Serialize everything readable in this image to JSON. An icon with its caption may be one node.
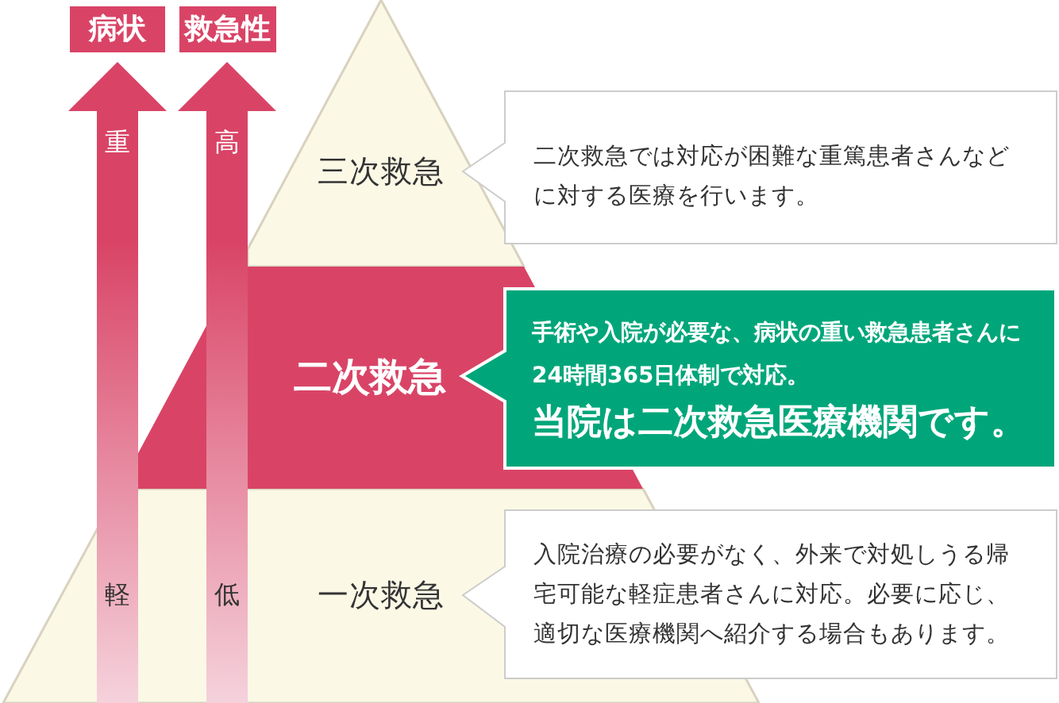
{
  "diagram": {
    "nodes": [
      {
        "text": [
          "病状"
        ]
      },
      {
        "text": [
          "救急性"
        ]
      },
      {
        "text": [
          "三次救急"
        ]
      },
      {
        "text": [
          "二次救急では対応が困難な重篤患者さんなどに対する医療を行います。"
        ]
      },
      {
        "text": [
          "二次救急"
        ]
      },
      {
        "text": [
          "手術や入院が必要な、病状の重い救急患者さんに24時間365日体制で対応。",
          "当院は二次救急医療機関です。"
        ]
      },
      {
        "text": [
          "一次救急"
        ]
      },
      {
        "text": [
          "入院治療の必要がなく、外来で対処しうる帰宅可能な軽症患者さんに対応。必要に応じ、適切な医療機関へ紹介する場合もあります。"
        ]
      }
    ],
    "labels": [
      "重",
      "高",
      "軽",
      "低"
    ]
  }
}
